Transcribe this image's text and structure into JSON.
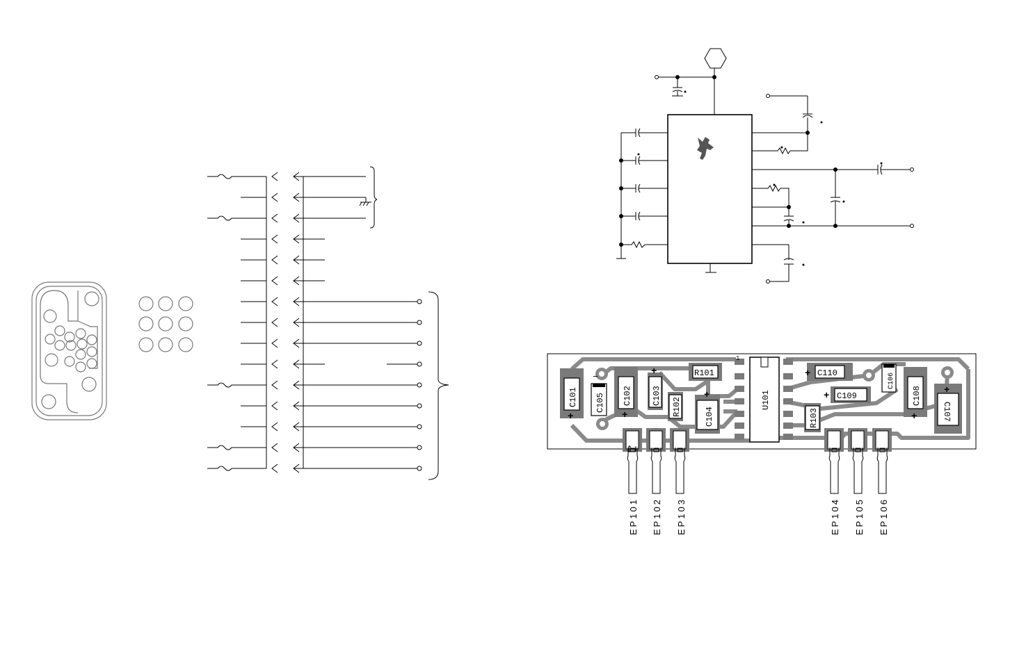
{
  "pcb": {
    "components": {
      "c101": "C101",
      "c102": "C102",
      "c103": "C103",
      "c104": "C104",
      "c105": "C105",
      "c106": "C106",
      "c107": "C107",
      "c108": "C108",
      "c109": "C109",
      "c110": "C110",
      "r101": "R101",
      "r102": "R102",
      "r103": "R103",
      "u101": "U101"
    },
    "pins": {
      "ep101": "EP101",
      "ep102": "EP102",
      "ep103": "EP103",
      "ep104": "EP104",
      "ep105": "EP105",
      "ep106": "EP106"
    },
    "marks": {
      "plus": "+",
      "minus": "−",
      "one": "1"
    }
  },
  "colors": {
    "trace": "#8a8a8a",
    "pad": "#7a7a7a",
    "line": "#000000"
  }
}
